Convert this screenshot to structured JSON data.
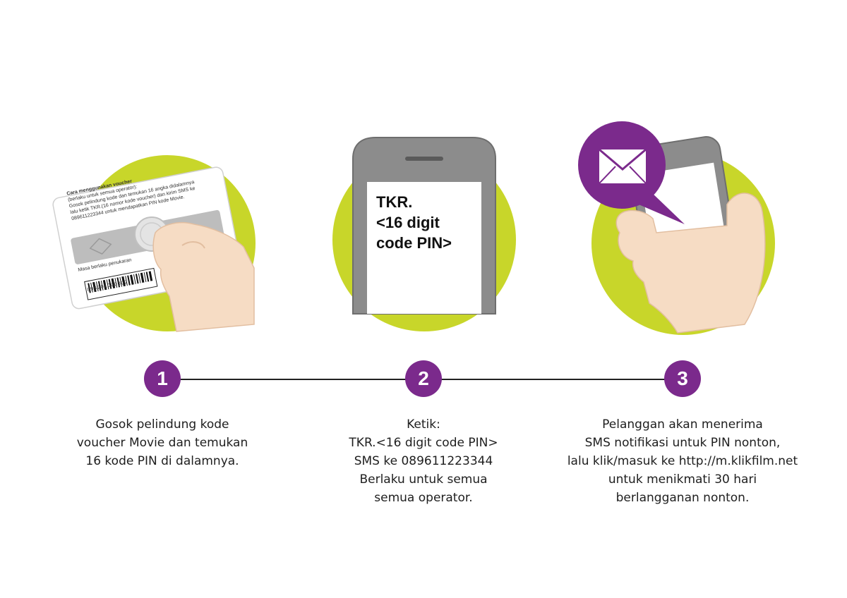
{
  "colors": {
    "circle": "#c8d62a",
    "accent": "#7b2a8c",
    "phone_body": "#8c8c8c",
    "skin": "#f6dcc4"
  },
  "steps": [
    {
      "number": "1",
      "text": "Gosok  pelindung kode\nvoucher Movie dan temukan\n16 kode PIN di dalamnya.",
      "icon": "scratch-card-icon"
    },
    {
      "number": "2",
      "text": "Ketik:\nTKR.<16 digit code PIN>\nSMS ke 089611223344\nBerlaku untuk semua\nsemua operator.",
      "icon": "phone-sms-icon"
    },
    {
      "number": "3",
      "text": "Pelanggan akan menerima\nSMS notifikasi untuk PIN nonton,\nlalu klik/masuk ke http://m.klikfilm.net\nuntuk menikmati 30 hari\nberlangganan nonton.",
      "icon": "envelope-icon"
    }
  ],
  "phone_screen_text": "TKR.\n<16 digit\ncode PIN>",
  "card": {
    "heading": "Cara menggunakan voucher",
    "heading_note": "(berlaku untuk semua operator):",
    "instructions": "Gosok pelindung kode dan temukan 16 angka didalamnya\nlalu ketik TKR.(16 nomor kode voucher) dan kirim SMS ke\n089611223344 untuk mendapatkan PIN kode Movie.",
    "validity_label": "Masa berlaku penukaran",
    "barcode_number": "896201000002"
  }
}
